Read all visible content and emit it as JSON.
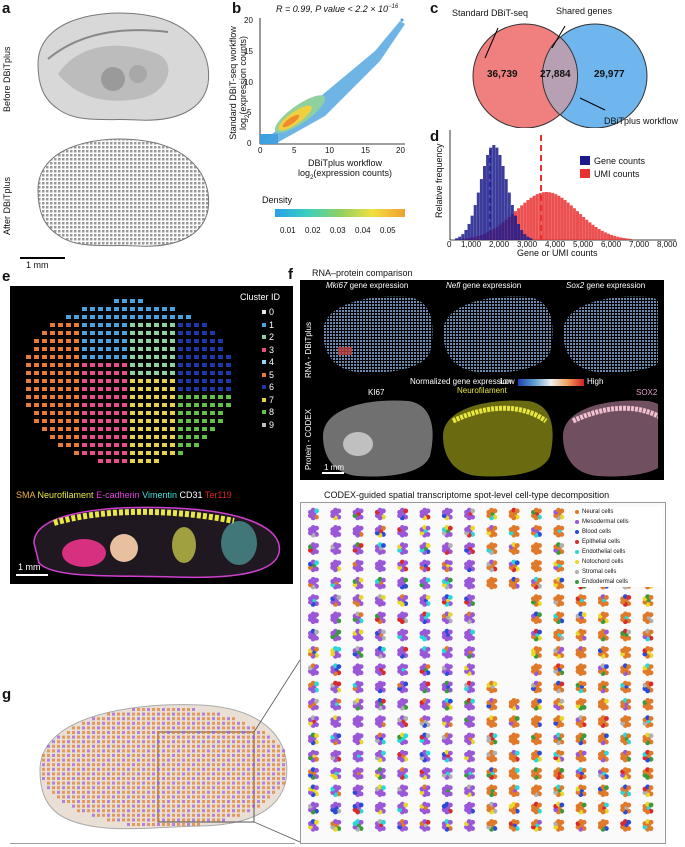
{
  "panels": {
    "a": {
      "label": "a",
      "before": "Before DBiTplus",
      "after": "After DBiTplus",
      "scalebar": "1 mm"
    },
    "b": {
      "label": "b",
      "stat": "R = 0.99, P value < 2.2 × 10",
      "stat_exp": "−16",
      "ylabel1": "Standard DBiT-seq workflow",
      "ylabel2": "log",
      "ylabel2_sub": "2",
      "ylabel2_rest": "(expression counts)",
      "xlabel1": "DBiTplus workflow",
      "xlabel2": "log",
      "xlabel2_sub": "2",
      "xlabel2_rest": "(expression counts)",
      "xticks": [
        "0",
        "5",
        "10",
        "15",
        "20"
      ],
      "yticks": [
        "0",
        "5",
        "10",
        "15",
        "20"
      ],
      "density_title": "Density",
      "density_ticks": [
        "0.01",
        "0.02",
        "0.03",
        "0.04",
        "0.05"
      ]
    },
    "c": {
      "label": "c",
      "left_title": "Standard DBiT-seq",
      "shared_title": "Shared genes",
      "right_title": "DBiTplus workflow",
      "left_value": "36,739",
      "shared_value": "27,884",
      "right_value": "29,977"
    },
    "d": {
      "label": "d",
      "ylabel": "Relative frequency",
      "xlabel": "Gene or UMI counts",
      "xticks": [
        "0",
        "1,000",
        "2,000",
        "3,000",
        "4,000",
        "5,000",
        "6,000",
        "7,000",
        "8,000"
      ],
      "legend": [
        "Gene counts",
        "UMI counts"
      ]
    },
    "e": {
      "label": "e",
      "cluster_title": "Cluster ID",
      "clusters": [
        "0",
        "1",
        "2",
        "3",
        "4",
        "5",
        "6",
        "7",
        "8",
        "9"
      ],
      "stains": [
        "SMA",
        "Neurofilament",
        "E-cadherin",
        "Vimentin",
        "CD31",
        "Ter119"
      ],
      "scalebar": "1 mm"
    },
    "f": {
      "label": "f",
      "title": "RNA–protein comparison",
      "genes": [
        {
          "name": "Mki67",
          "rest": " gene expression"
        },
        {
          "name": "Nefl",
          "rest": " gene expression"
        },
        {
          "name": "Sox2",
          "rest": " gene expression"
        }
      ],
      "row1": "RNA - DBiTplus",
      "row2": "Protein - CODEX",
      "norm_label": "Normalized gene expression",
      "low": "Low",
      "high": "High",
      "proteins": [
        "KI67",
        "Neurofilament",
        "SOX2"
      ],
      "scalebar": "1 mm"
    },
    "codex": {
      "title": "CODEX-guided spatial transcriptome spot-level cell-type decomposition",
      "legend": [
        "Neural cells",
        "Mesodermal cells",
        "Blood cells",
        "Epithelial cells",
        "Endothelial cells",
        "Notochord cells",
        "Stromal cells",
        "Endodermal cells"
      ]
    },
    "g": {
      "label": "g"
    }
  },
  "colors": {
    "venn_left": "#f08080",
    "venn_right": "#6fb6ee",
    "venn_overlap": "#b8a0b4",
    "gene": "#1a1a8c",
    "umi": "#e83030",
    "clusters": [
      "#e8e8e8",
      "#4aa3df",
      "#8fd19e",
      "#e84e8a",
      "#9bd6f5",
      "#e87a3a",
      "#1b3aa8",
      "#e8d04a",
      "#63c04a",
      "#c0c0c0"
    ],
    "cells": [
      "#e07a2a",
      "#9a58d8",
      "#2a4ad8",
      "#d82a2a",
      "#2ad8d8",
      "#e8d82a",
      "#b0b0b0",
      "#3a9a3a"
    ]
  }
}
